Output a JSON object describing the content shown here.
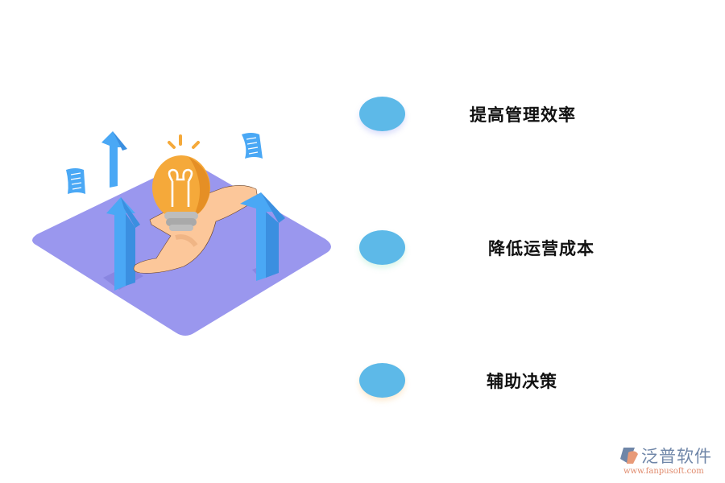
{
  "illustration": {
    "description": "isometric purple platform with hand holding lightbulb, rising blue arrows and floating documents",
    "colors": {
      "platform": "#9a97ee",
      "arrow": "#4aa8f5",
      "bulb": "#f5a93a",
      "hand": "#fcc79a",
      "document": "#4aa8f5"
    }
  },
  "items": [
    {
      "label": "提高管理效率",
      "dot_color": "#5db9e8"
    },
    {
      "label": "降低运营成本",
      "dot_color": "#5db9e8"
    },
    {
      "label": "辅助决策",
      "dot_color": "#5db9e8"
    }
  ],
  "logo": {
    "name": "泛普软件",
    "url": "www.fanpusoft.com"
  }
}
